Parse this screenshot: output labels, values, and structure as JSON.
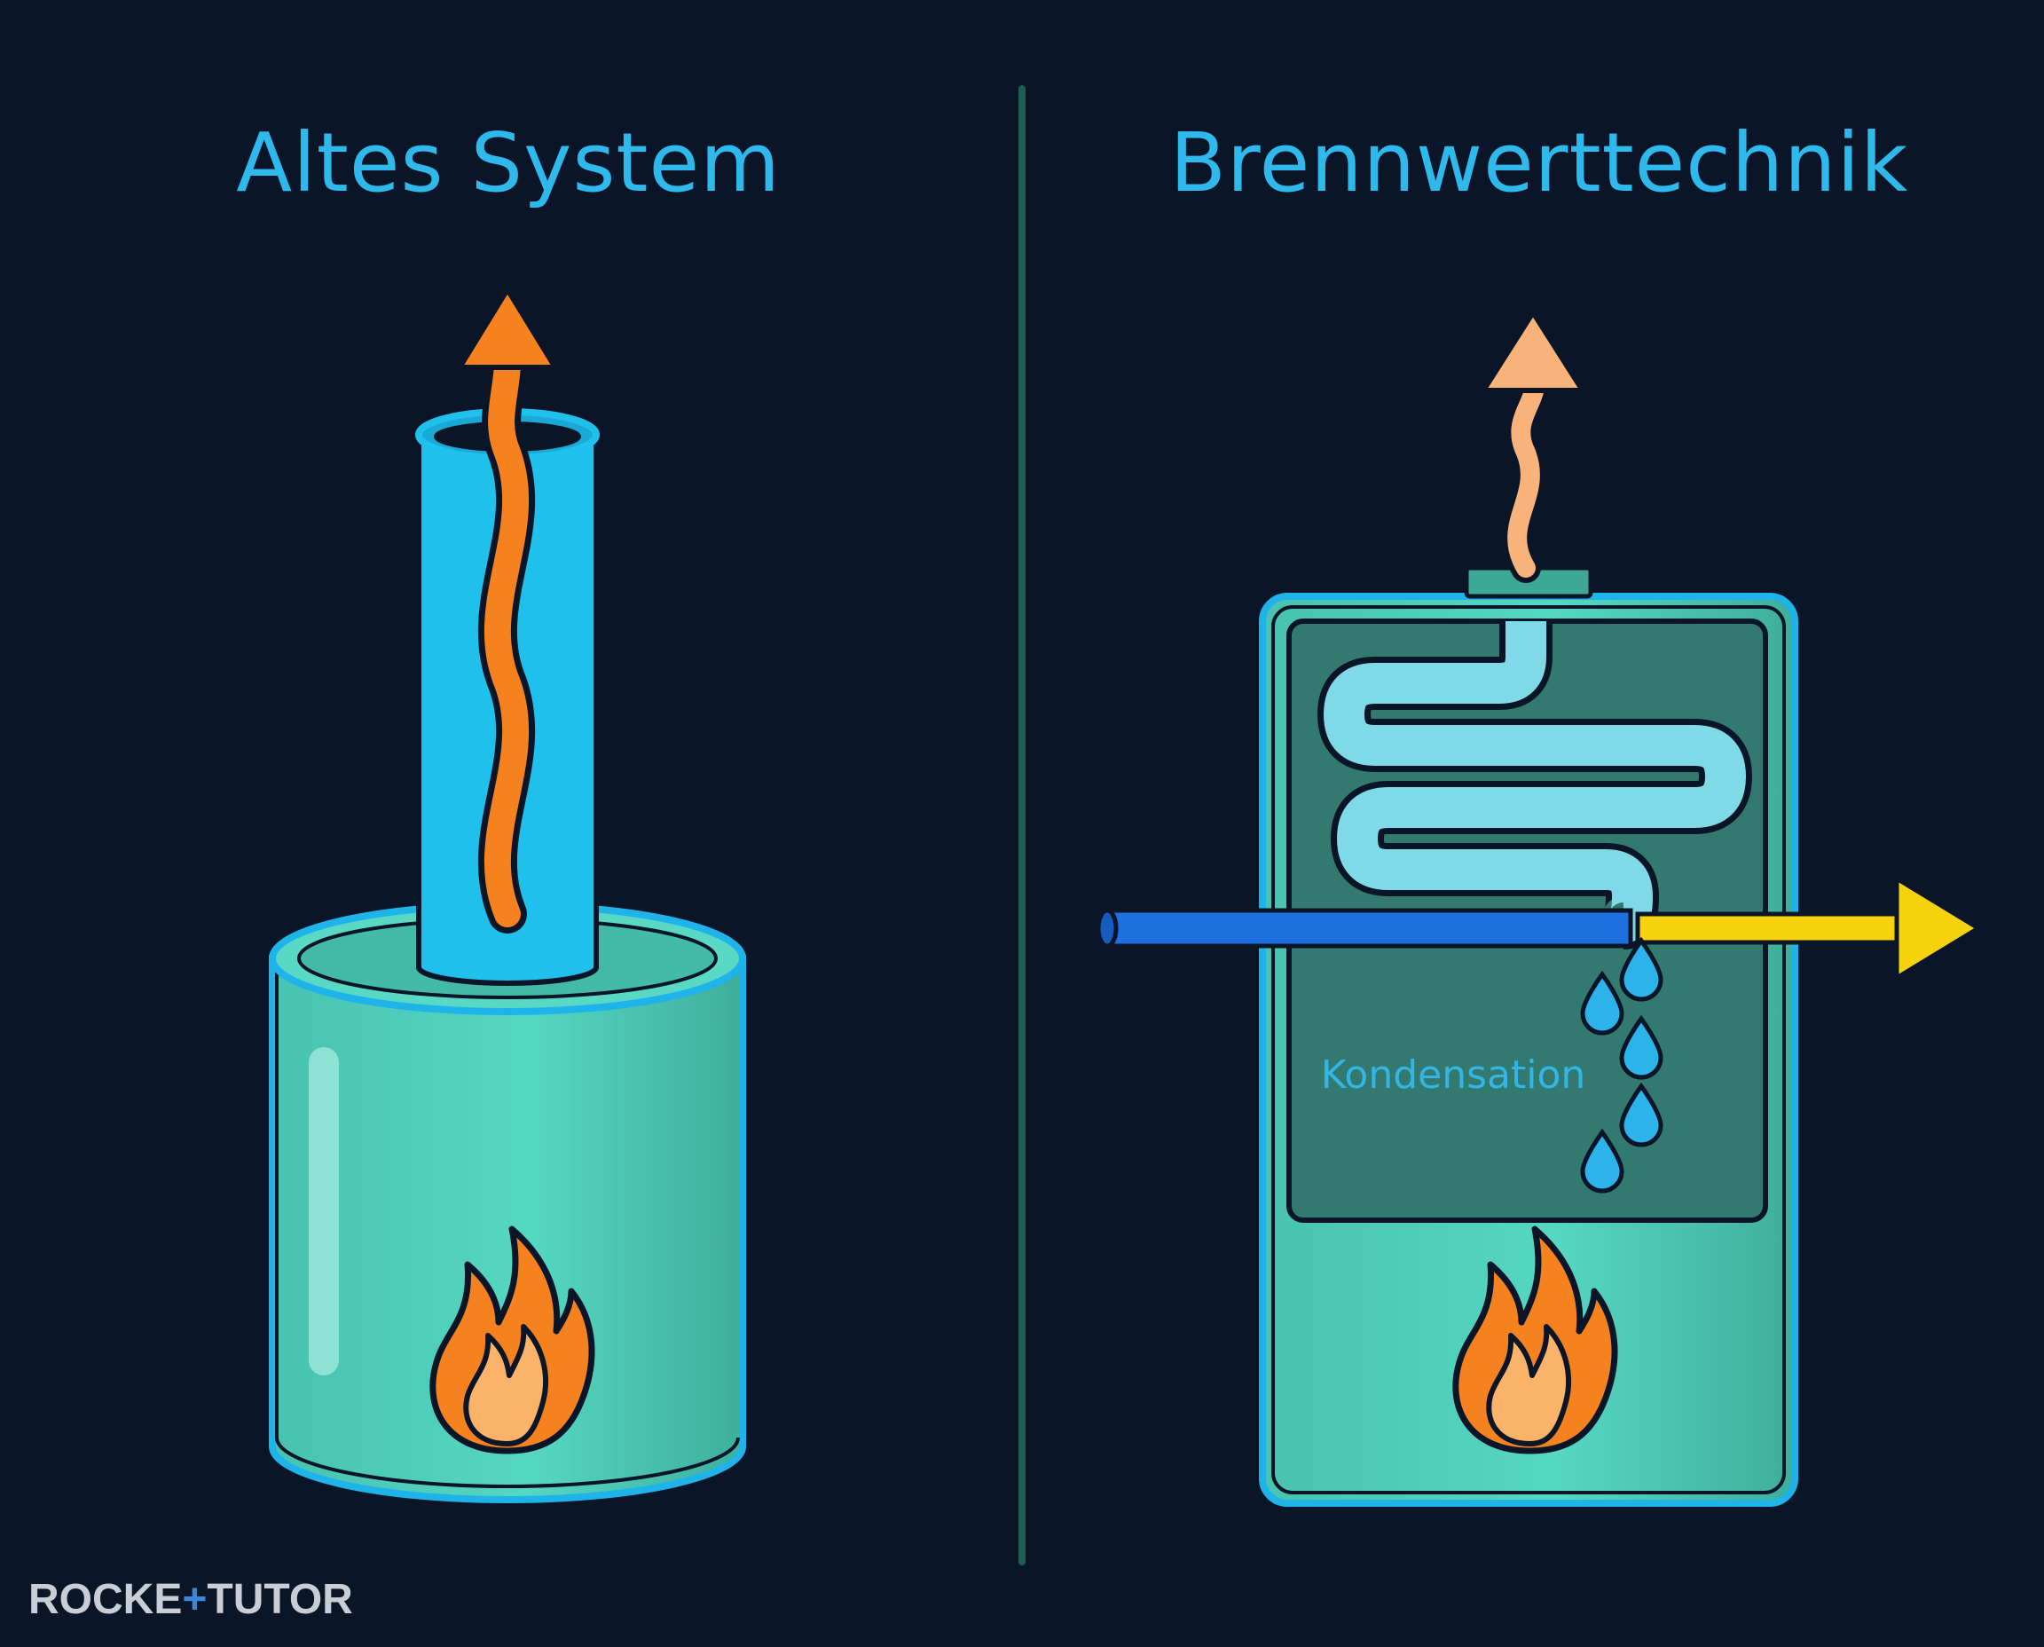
{
  "left_panel": {
    "title": "Altes System"
  },
  "right_panel": {
    "title": "Brennwerttechnik",
    "condensation_label": "Kondensation"
  },
  "logo": {
    "part1": "ROCKE",
    "part2": "TUTOR"
  },
  "colors": {
    "background": "#0a1628",
    "title": "#2eb8ec",
    "chimney": "#1fc0ec",
    "boiler": "#52d4c0",
    "hot_gas": "#f5821f",
    "cool_gas": "#f9b27a",
    "cold_water": "#1e6fe0",
    "warm_water": "#f5d20c",
    "divider": "#1f5e58"
  }
}
